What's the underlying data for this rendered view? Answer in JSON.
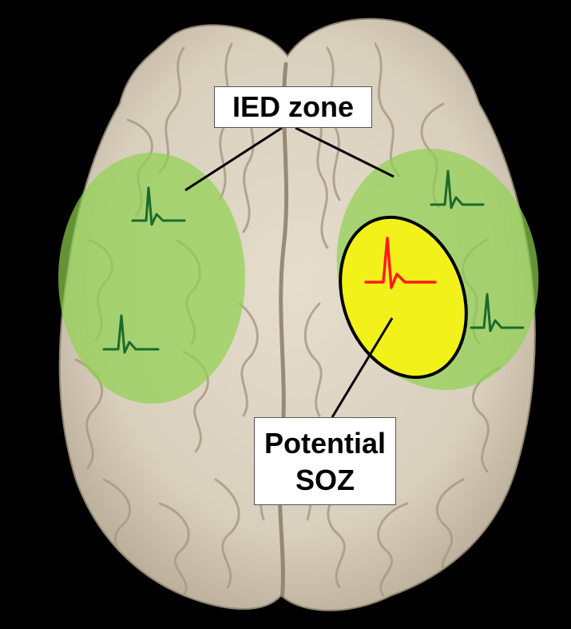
{
  "labels": {
    "ied_zone": "IED zone",
    "potential_soz_line1": "Potential",
    "potential_soz_line2": "SOZ"
  },
  "colors": {
    "background": "#000000",
    "brain": "#ddd4c3",
    "ied_zone_fill": "#8fd14f",
    "soz_fill": "#f2f21a",
    "ied_spike": "#1a6b2e",
    "soz_spike": "#ff1a1a",
    "leader_line": "#000000"
  },
  "icons": {
    "ied_spike": "spike-waveform-icon",
    "soz_spike": "spike-waveform-icon"
  }
}
